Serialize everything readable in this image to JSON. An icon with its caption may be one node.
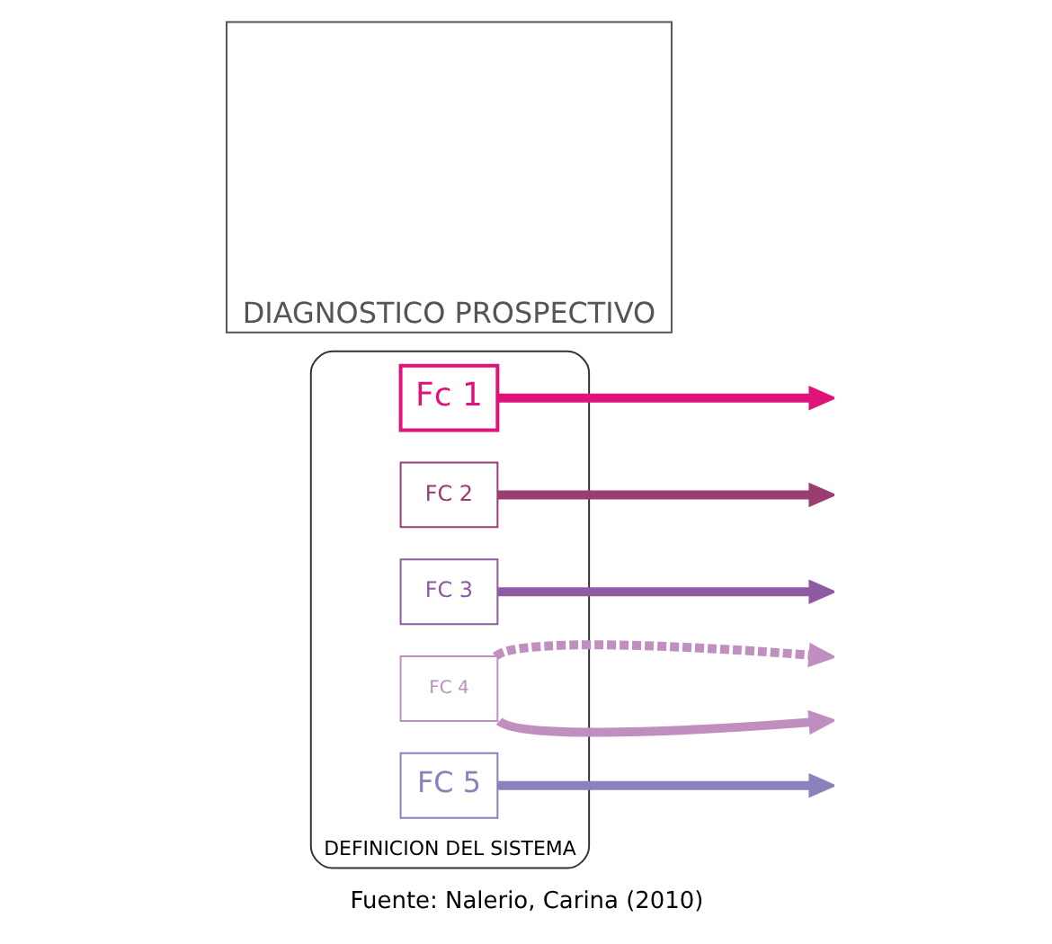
{
  "diagram": {
    "caption": "Fuente: Nalerio, Carina (2010)",
    "nodes": [
      {
        "text": [
          "DEFINICION DEL SISTEMA"
        ]
      },
      {
        "text": [
          "Fc 1"
        ],
        "in": 0
      },
      {
        "text": [
          "FC 2"
        ],
        "in": 0
      },
      {
        "text": [
          "FC 3"
        ],
        "in": 0
      },
      {
        "text": [
          "FC 4"
        ],
        "in": 0
      },
      {
        "text": [
          "FC 5"
        ],
        "in": 0
      },
      {
        "text": [
          "DIAGNOSTICO PROSPECTIVO"
        ]
      }
    ],
    "edges": [
      {
        "from": 1,
        "to": null,
        "arrow": "to",
        "color": "#e0137a"
      },
      {
        "from": 2,
        "to": null,
        "arrow": "to",
        "color": "#9b3d72"
      },
      {
        "from": 5,
        "to": null,
        "arrow": "to",
        "color": "#8a82bd"
      },
      {
        "from": 3,
        "to": null,
        "arrow": "to",
        "color": "#8e5ba3"
      },
      {
        "from": 4,
        "to": null,
        "arrow": "to",
        "style": "dashed",
        "color": "#c08fc0"
      },
      {
        "from": 4,
        "to": null,
        "arrow": "to",
        "color": "#c08fc0"
      }
    ]
  }
}
